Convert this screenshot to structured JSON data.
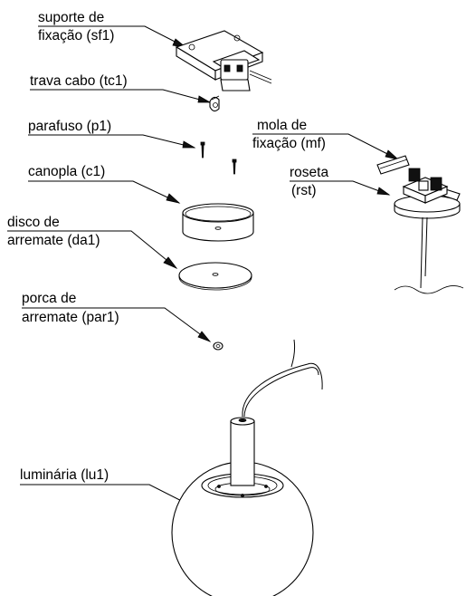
{
  "labels": {
    "suporte_line1": "suporte de",
    "suporte_line2": "fixação (sf1)",
    "trava": "trava cabo (tc1)",
    "parafuso": "parafuso (p1)",
    "mola_line1": "mola de",
    "mola_line2": "fixação (mf)",
    "roseta_line1": "roseta",
    "roseta_line2": "(rst)",
    "canopla": "canopla (c1)",
    "disco_line1": "disco de",
    "disco_line2": "arremate (da1)",
    "porca_line1": "porca de",
    "porca_line2": "arremate (par1)",
    "luminaria": "luminária (lu1)"
  }
}
